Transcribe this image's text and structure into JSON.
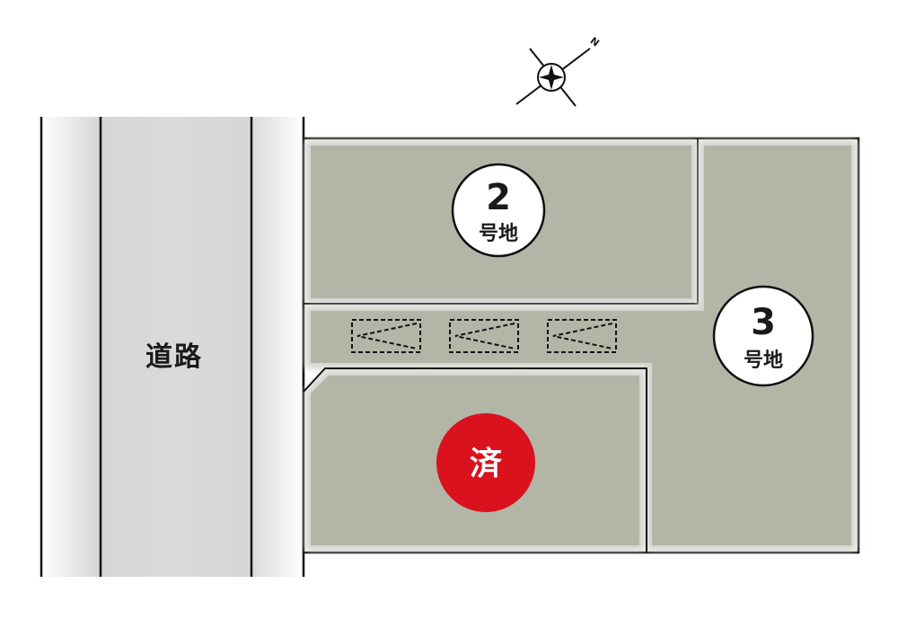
{
  "road": {
    "label": "道路"
  },
  "lots": [
    {
      "id": "lot-2",
      "number": "2",
      "suffix": "号地",
      "status": "available"
    },
    {
      "id": "lot-3",
      "number": "3",
      "suffix": "号地",
      "status": "available"
    },
    {
      "id": "lot-1",
      "number": "",
      "suffix": "",
      "status": "sold",
      "badge": "済"
    }
  ],
  "compass": {
    "label": "N",
    "icon": "north-compass-icon"
  },
  "parking": {
    "count": 3,
    "icon": "parking-space-icon"
  },
  "colors": {
    "lot_fill": "#b2b5a6",
    "road_fill": "#d8d9d8",
    "sold_badge": "#d9121e",
    "line": "#111111"
  }
}
